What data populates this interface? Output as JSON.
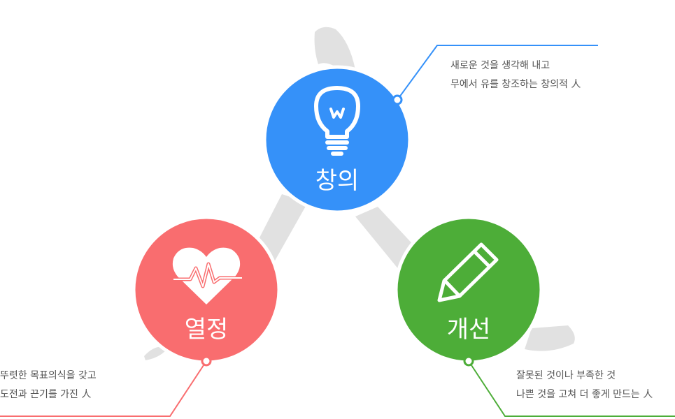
{
  "items": [
    {
      "key": "creativity",
      "title": "창의",
      "lines": [
        "새로운 것을 생각해 내고",
        "무에서 유를 창조하는 창의적 人"
      ],
      "color": "#3591f9",
      "line_color": "#3591f9",
      "icon": "lightbulb-icon"
    },
    {
      "key": "passion",
      "title": "열정",
      "lines": [
        "뚜렷한 목표의식을 갖고",
        "도전과 끈기를 가진 人"
      ],
      "color": "#f96d6f",
      "line_color": "#f96d6f",
      "icon": "heartbeat-icon"
    },
    {
      "key": "improvement",
      "title": "개선",
      "lines": [
        "잘못된 것이나 부족한 것",
        "나쁜 것을 고쳐 더 좋게 만드는 人"
      ],
      "color": "#4dad38",
      "line_color": "#4dad38",
      "icon": "pencil-icon"
    }
  ],
  "swoosh_color": "#e1e1e1"
}
